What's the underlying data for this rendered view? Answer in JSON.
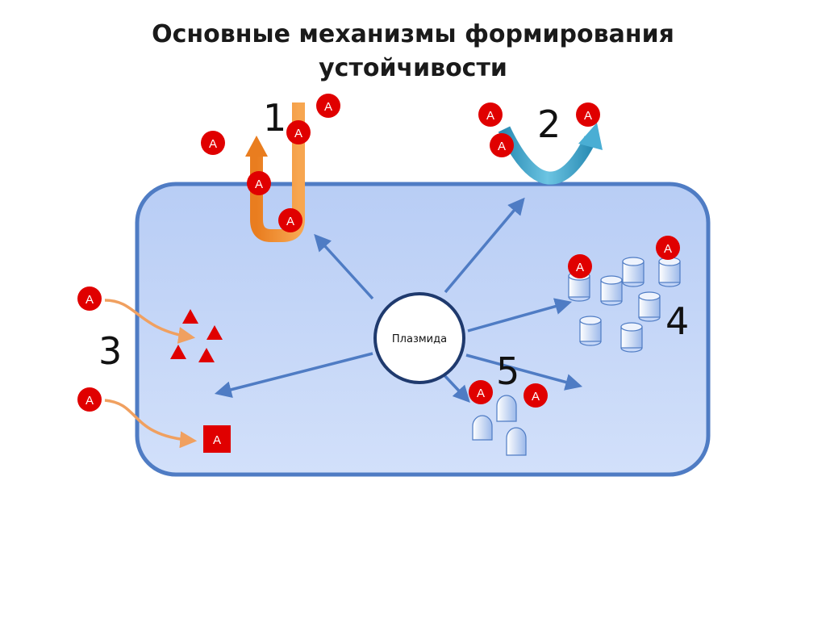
{
  "title": {
    "line1": "Основные механизмы формирования",
    "line2": "устойчивости"
  },
  "plasmid_label": "Плазмида",
  "mechanism_numbers": [
    "1",
    "2",
    "3",
    "4",
    "5"
  ],
  "antibiotic_label": "A",
  "colors": {
    "cell_fill": "#c5d5f7",
    "cell_stroke": "#4f7cc4",
    "arrow_blue": "#4f7cc4",
    "efflux_orange": "#e8842c",
    "bypass_teal": "#3aa0c8",
    "antibiotic_red": "#e00000",
    "curved_arrow_orange": "#f0a060",
    "plasmid_stroke": "#1f3a6e"
  }
}
